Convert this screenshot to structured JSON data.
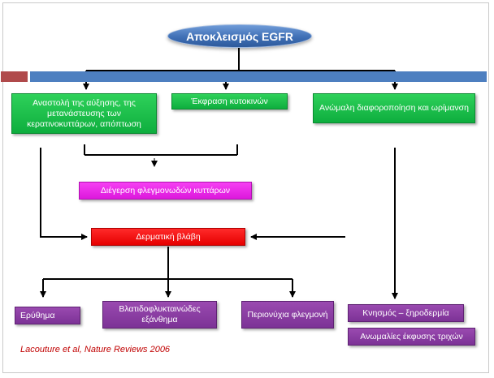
{
  "title": "Αποκλεισμός EGFR",
  "boxes": {
    "growth_inhibition": "Αναστολή της αύξησης, της μετανάστευσης των κερατινοκυττάρων, απόπτωση",
    "cytokine_expression": "Έκφραση κυτοκινών",
    "abnormal_differentiation": "Ανώμαλη διαφοροποίηση και ωρίμανση",
    "inflammatory_cells": "Διέγερση φλεγμονωδών κυττάρων",
    "skin_lesion": "Δερματική βλάβη",
    "erythema": "Ερύθημα",
    "papulopustular_rash": "Βλατιδοφλυκταινώδες εξάνθημα",
    "paronychia": "Περιονύχια φλεγμονή",
    "pruritus_xerosis": "Κνησμός – ξηροδερμία",
    "hair_abnormalities": "Ανωμαλίες έκφυσης τριχών"
  },
  "citation": "Lacouture et al, Nature Reviews 2006",
  "colors": {
    "green": "#1bbf4a",
    "magenta": "#e82ae6",
    "red": "#f20d0d",
    "purple": "#8a3aa3",
    "band_blue": "#4d7fc0",
    "band_red": "#b04a4b",
    "citation": "#c00000"
  }
}
